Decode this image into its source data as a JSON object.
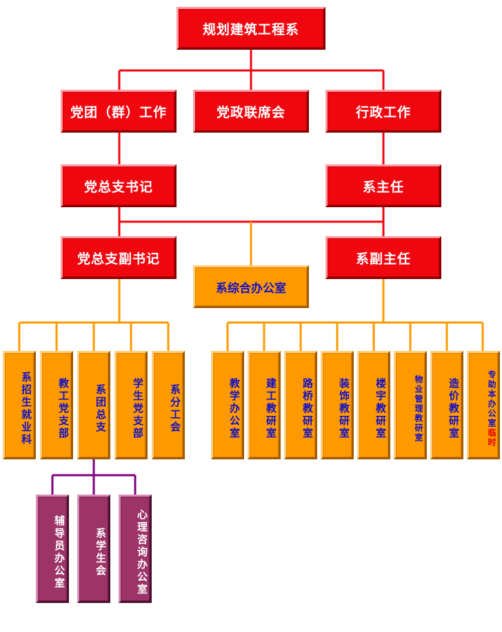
{
  "root": "规划建筑工程系",
  "level1": [
    "党团（群）工作",
    "党政联席会",
    "行政工作"
  ],
  "level2": [
    "党总支书记",
    "系主任"
  ],
  "level3": [
    "党总支副书记",
    "系副主任"
  ],
  "office": "系综合办公室",
  "party_units": [
    "系招生就业科",
    "教工党支部",
    "系团总支",
    "学生党支部",
    "系分工会"
  ],
  "admin_units": [
    "教学办公室",
    "建工教研室",
    "路桥教研室",
    "装饰教研室",
    "楼宇教研室",
    "物业管理教研室",
    "造价教研室"
  ],
  "admin_last": {
    "main": "专助本办公室",
    "tag": "临时"
  },
  "youth_units": [
    "辅导员办公室",
    "系学生会",
    "心理咨询办公室"
  ],
  "colors": {
    "red": "#f0060f",
    "orange": "#ff9900",
    "purple": "#9c3468",
    "blue_text": "#1010c8"
  }
}
